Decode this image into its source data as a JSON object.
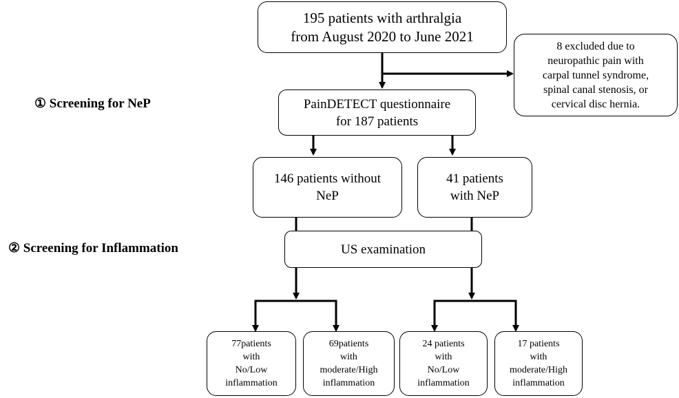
{
  "stages": {
    "stage1": "① Screening for NeP",
    "stage2": "② Screening for Inflammation"
  },
  "boxes": {
    "start": [
      "195 patients with arthralgia",
      "from August 2020 to June 2021"
    ],
    "excluded": [
      "8 excluded due to",
      "neuropathic pain with",
      "carpal tunnel syndrome,",
      "spinal canal stenosis, or",
      "cervical disc hernia."
    ],
    "paindetect": [
      "PainDETECT questionnaire",
      "for 187 patients"
    ],
    "without_nep": [
      "146 patients without",
      "NeP"
    ],
    "with_nep": [
      "41 patients",
      "with NeP"
    ],
    "us_exam": [
      "US examination"
    ],
    "out1": [
      "77patients",
      "with",
      "No/Low",
      "inflammation"
    ],
    "out2": [
      "69patients",
      "with",
      "moderate/High",
      "inflammation"
    ],
    "out3": [
      "24 patients",
      "with",
      "No/Low",
      "inflammation"
    ],
    "out4": [
      "17 patients",
      "with",
      "moderate/High",
      "inflammation"
    ]
  }
}
